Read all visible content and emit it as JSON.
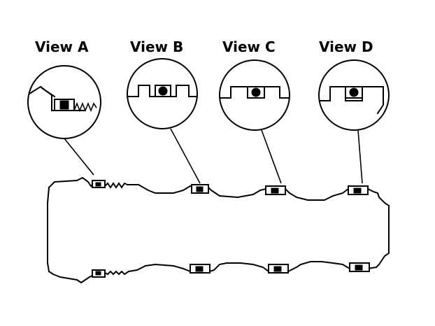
{
  "views": [
    {
      "id": "A",
      "label": "View A",
      "type": "wiper-spring"
    },
    {
      "id": "B",
      "label": "View B",
      "type": "square-groove"
    },
    {
      "id": "C",
      "label": "View C",
      "type": "square-groove"
    },
    {
      "id": "D",
      "label": "View D",
      "type": "square-groove-step"
    }
  ],
  "colors": {
    "ink": "#000000",
    "background": "#ffffff"
  }
}
